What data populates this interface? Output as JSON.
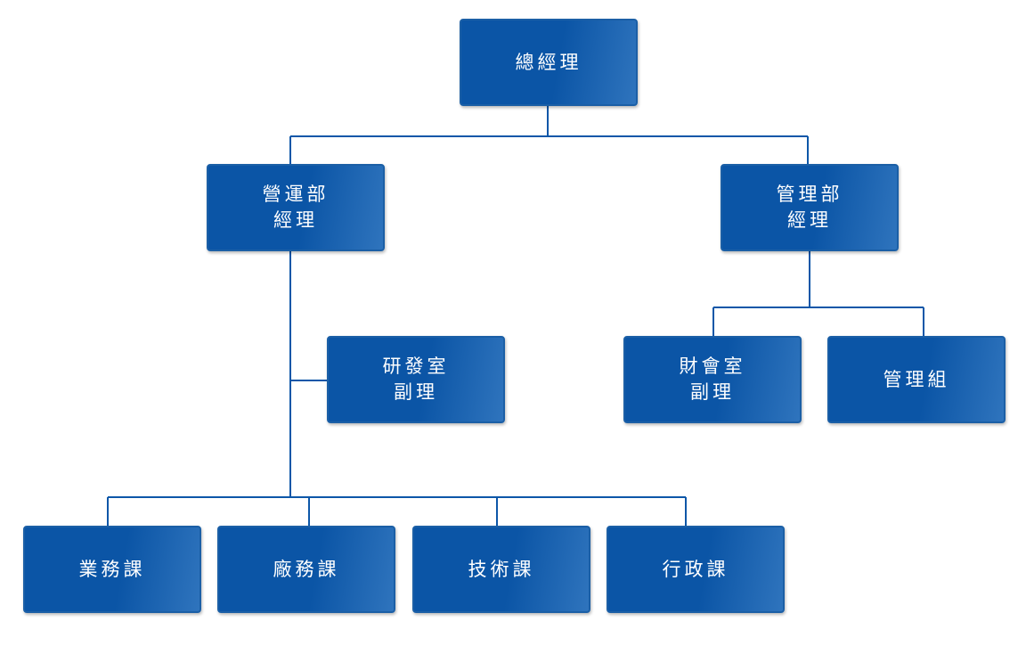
{
  "colors": {
    "node_fill": "#0b55a6",
    "node_highlight": "#2f74bd",
    "connector": "#0d57a8",
    "text": "#ffffff",
    "background": "#ffffff"
  },
  "nodes": {
    "general_manager": {
      "line1": "總經理",
      "line2": ""
    },
    "operations_manager": {
      "line1": "營運部",
      "line2": "經理"
    },
    "admin_manager": {
      "line1": "管理部",
      "line2": "經理"
    },
    "rd_deputy": {
      "line1": "研發室",
      "line2": "副理"
    },
    "finance_deputy": {
      "line1": "財會室",
      "line2": "副理"
    },
    "admin_group": {
      "line1": "管理組",
      "line2": ""
    },
    "sales_section": {
      "line1": "業務課",
      "line2": ""
    },
    "factory_section": {
      "line1": "廠務課",
      "line2": ""
    },
    "tech_section": {
      "line1": "技術課",
      "line2": ""
    },
    "admin_section": {
      "line1": "行政課",
      "line2": ""
    }
  }
}
